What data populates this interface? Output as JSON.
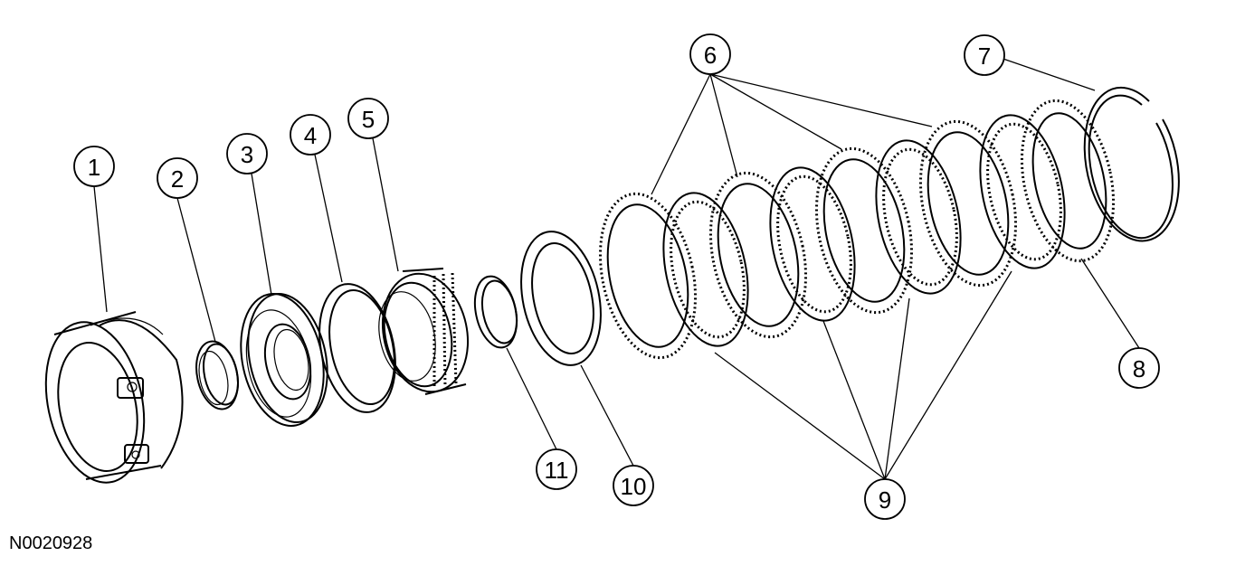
{
  "figure_id": "N0020928",
  "callouts": [
    "1",
    "2",
    "3",
    "4",
    "5",
    "6",
    "7",
    "8",
    "9",
    "10",
    "11"
  ]
}
